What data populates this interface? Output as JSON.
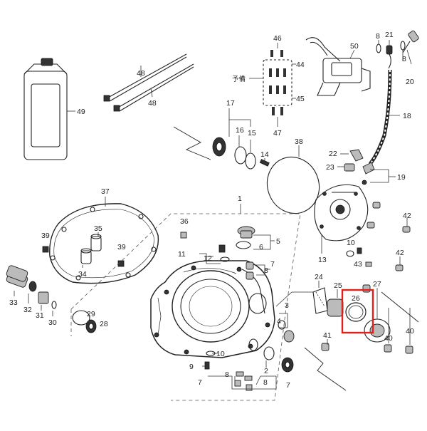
{
  "diagram": {
    "highlight_color": "#e0201c",
    "highlighted_label": "26",
    "spare_label": "予備",
    "labels": {
      "l1": "1",
      "l2": "2",
      "l3": "3",
      "l4": "4",
      "l5": "5",
      "l6": "6",
      "l7a": "7",
      "l7b": "7",
      "l7c": "7",
      "l8a": "8",
      "l8b": "8",
      "l8c": "8",
      "l8d": "8",
      "l8e": "8",
      "l9": "9",
      "l10a": "10",
      "l10b": "10",
      "l11": "11",
      "l12": "12",
      "l13": "13",
      "l14": "14",
      "l15": "15",
      "l16": "16",
      "l17": "17",
      "l18": "18",
      "l19": "19",
      "l20": "20",
      "l21": "21",
      "l22": "22",
      "l23": "23",
      "l24": "24",
      "l25": "25",
      "l26": "26",
      "l27": "27",
      "l28": "28",
      "l29": "29",
      "l30": "30",
      "l31": "31",
      "l32": "32",
      "l33": "33",
      "l34": "34",
      "l35": "35",
      "l36": "36",
      "l37": "37",
      "l38": "38",
      "l39a": "39",
      "l39b": "39",
      "l40a": "40",
      "l40b": "40",
      "l41": "41",
      "l42a": "42",
      "l42b": "42",
      "l43": "43",
      "l44": "44",
      "l45": "45",
      "l46": "46",
      "l47": "47",
      "l48a": "48",
      "l48b": "48",
      "l49": "49",
      "l50": "50"
    }
  }
}
